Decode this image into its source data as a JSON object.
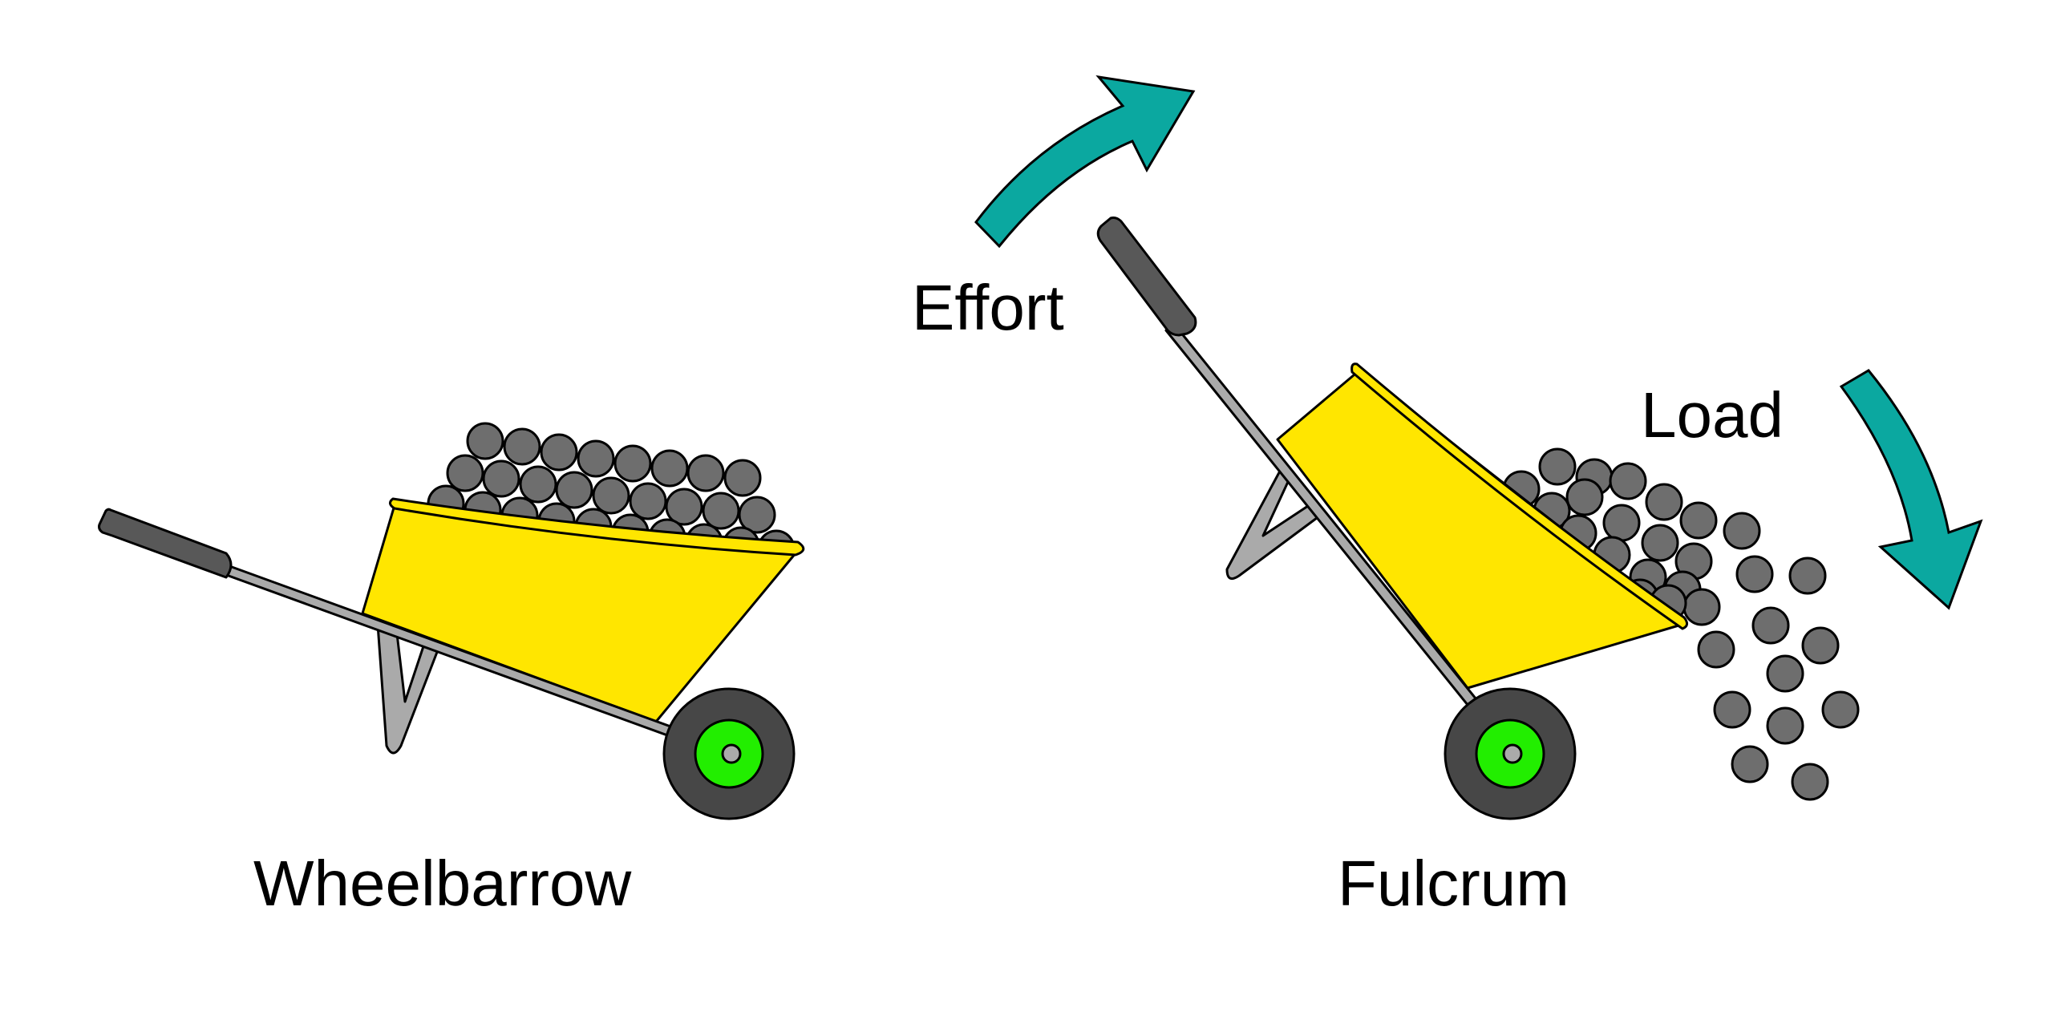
{
  "labels": {
    "wheelbarrow": "Wheelbarrow",
    "fulcrum": "Fulcrum",
    "effort": "Effort",
    "load": "Load"
  },
  "colors": {
    "tray": "#FFE600",
    "wheel_tire": "#474747",
    "wheel_hub": "#22EE00",
    "handle_grip": "#585858",
    "frame": "#AAAAAA",
    "load_ball": "#6E6E6E",
    "arrow": "#0BA8A0",
    "outline": "#000000"
  },
  "icons": {
    "effort_arrow": "curved-arrow-up-right-icon",
    "load_arrow": "curved-arrow-down-icon"
  }
}
